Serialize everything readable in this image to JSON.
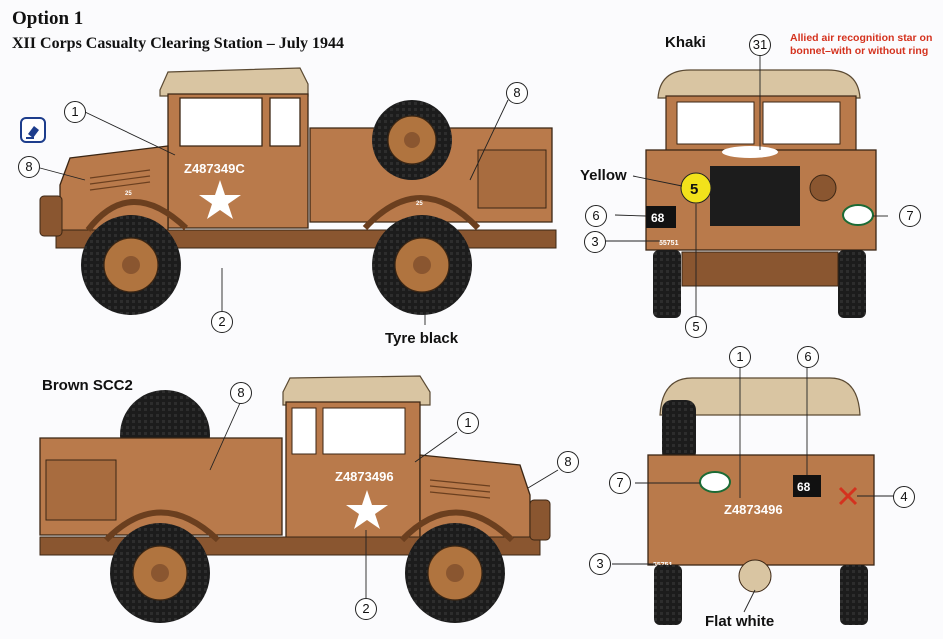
{
  "header": {
    "title": "Option 1",
    "subtitle": "XII Corps Casualty Clearing Station – July 1944"
  },
  "colors": {
    "body": "#b97a4b",
    "body_dark": "#8a5630",
    "canvas": "#d9c5a2",
    "tyre": "#1c1c1c",
    "hub": "#b0743f",
    "air_star": "#ffffff",
    "yellow_disc": "#f2e21b",
    "note_red": "#d4321e"
  },
  "labels": {
    "khaki": "Khaki",
    "yellow": "Yellow",
    "tyre_black": "Tyre black",
    "brown_scc2": "Brown SCC2",
    "flat_white": "Flat white",
    "star_note": "Allied air recognition star on bonnet–with or without ring"
  },
  "markings": {
    "registration_left": "Z487349C",
    "registration": "Z4873496",
    "bridge_class": "5",
    "unit_serial": "68",
    "tac_serial": "55751",
    "wheel_small": "25"
  },
  "icons": {
    "option_icon": "paint-bottle-icon"
  },
  "callouts": {
    "c1a": "1",
    "c8a": "8",
    "c8b": "8",
    "c2a": "2",
    "c31": "31",
    "c6a": "6",
    "c7a": "7",
    "c3a": "3",
    "c5a": "5",
    "c8c": "8",
    "c1b": "1",
    "c8d": "8",
    "c2b": "2",
    "c1c": "1",
    "c6b": "6",
    "c7b": "7",
    "c4": "4",
    "c3b": "3"
  }
}
